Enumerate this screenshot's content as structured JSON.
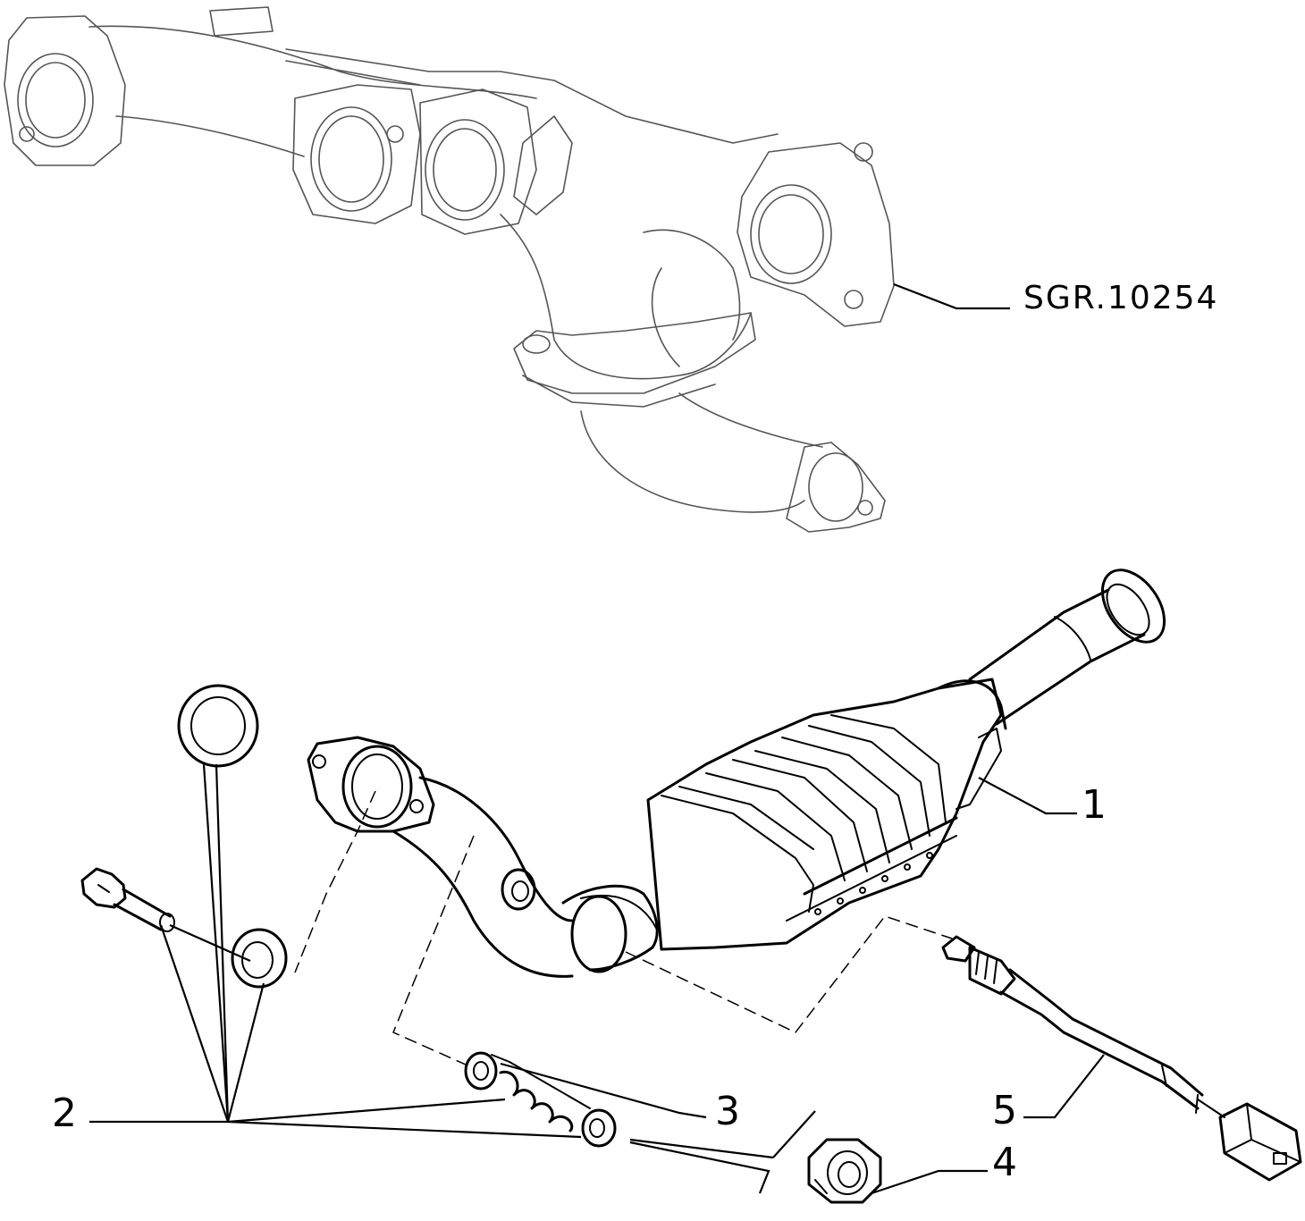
{
  "reference_code": "SGR.10254",
  "callouts": [
    {
      "id": "1",
      "label": "1"
    },
    {
      "id": "2",
      "label": "2"
    },
    {
      "id": "3",
      "label": "3"
    },
    {
      "id": "4",
      "label": "4"
    },
    {
      "id": "5",
      "label": "5"
    }
  ]
}
